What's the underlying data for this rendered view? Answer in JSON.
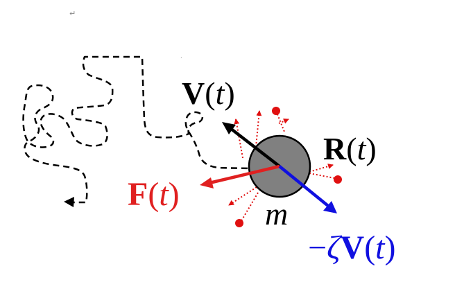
{
  "colors": {
    "background": "#ffffff",
    "path": "#000000",
    "particle_fill": "#808080",
    "particle_stroke": "#000000",
    "velocity": "#000000",
    "force": "#e02020",
    "friction": "#1010e0",
    "collision": "#e01010"
  },
  "marks": {
    "paragraph_mark": "↵",
    "small_tick": "ʼ"
  },
  "labels": {
    "velocity": {
      "symbol": "V",
      "open": "(",
      "var": "t",
      "close": ")"
    },
    "position": {
      "symbol": "R",
      "open": "(",
      "var": "t",
      "close": ")"
    },
    "force": {
      "symbol": "F",
      "open": "(",
      "var": "t",
      "close": ")"
    },
    "friction": {
      "minus": "−",
      "zeta": "ζ",
      "symbol": "V",
      "open": "(",
      "var": "t",
      "close": ")"
    },
    "mass": "m"
  }
}
